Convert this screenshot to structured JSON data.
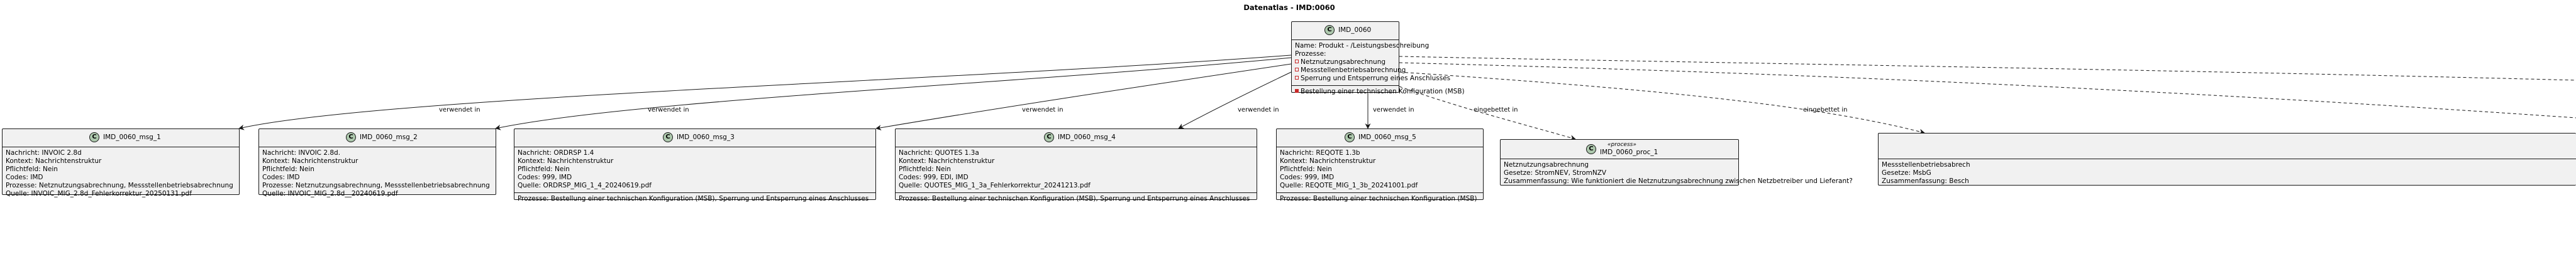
{
  "title": "Datenatlas - IMD:0060",
  "edges": {
    "used_in": "verwendet in",
    "embedded_in": "eingebettet in"
  },
  "main": {
    "circle": "C",
    "name": "IMD_0060",
    "name_field": "Name: Produkt - /Leistungsbeschreibung",
    "processes_label": "Prozesse:",
    "processes": [
      "Netznutzungsabrechnung",
      "Messstellenbetriebsabrechnung",
      "Sperrung und Entsperrung eines Anschlusses"
    ],
    "method": "Bestellung einer technischen Konfiguration (MSB)"
  },
  "messages": [
    {
      "name": "IMD_0060_msg_1",
      "lines": [
        "Nachricht: INVOIC 2.8d",
        "Kontext: Nachrichtenstruktur",
        "Pflichtfeld: Nein",
        "Codes: IMD",
        "Prozesse: Netznutzungsabrechnung, Messstellenbetriebsabrechnung",
        "Quelle: INVOIC_MIG_2.8d_Fehlerkorrektur_20250131.pdf"
      ]
    },
    {
      "name": "IMD_0060_msg_2",
      "lines": [
        "Nachricht: INVOIC 2.8d.",
        "Kontext: Nachrichtenstruktur",
        "Pflichtfeld: Nein",
        "Codes: IMD",
        "Prozesse: Netznutzungsabrechnung, Messstellenbetriebsabrechnung",
        "Quelle: INVOIC_MIG_2.8d__20240619.pdf"
      ]
    },
    {
      "name": "IMD_0060_msg_3",
      "lines": [
        "Nachricht: ORDRSP 1.4",
        "Kontext: Nachrichtenstruktur",
        "Pflichtfeld: Nein",
        "Codes: 999, IMD",
        "Quelle: ORDRSP_MIG_1_4_20240619.pdf"
      ],
      "footer": "Prozesse: Bestellung einer technischen Konfiguration (MSB), Sperrung und Entsperrung eines Anschlusses"
    },
    {
      "name": "IMD_0060_msg_4",
      "lines": [
        "Nachricht: QUOTES 1.3a",
        "Kontext: Nachrichtenstruktur",
        "Pflichtfeld: Nein",
        "Codes: 999, EDI, IMD",
        "Quelle: QUOTES_MIG_1_3a_Fehlerkorrektur_20241213.pdf"
      ],
      "footer": "Prozesse: Bestellung einer technischen Konfiguration (MSB), Sperrung und Entsperrung eines Anschlusses"
    },
    {
      "name": "IMD_0060_msg_5",
      "lines": [
        "Nachricht: REQOTE 1.3b",
        "Kontext: Nachrichtenstruktur",
        "Pflichtfeld: Nein",
        "Codes: 999, IMD",
        "Quelle: REQOTE_MIG_1_3b_20241001.pdf"
      ],
      "footer": "Prozesse: Bestellung einer technischen Konfiguration (MSB)"
    }
  ],
  "processes": [
    {
      "stereotype": "«process»",
      "name": "IMD_0060_proc_1",
      "lines": [
        "Netznutzungsabrechnung",
        "Gesetze: StromNEV, StromNZV",
        "Zusammenfassung: Wie funktioniert die Netznutzungsabrechnung zwischen Netzbetreiber und Lieferant?"
      ]
    },
    {
      "lines": [
        "Messstellenbetriebsabrech",
        "Gesetze: MsbG",
        "Zusammenfassung: Besch"
      ]
    }
  ]
}
